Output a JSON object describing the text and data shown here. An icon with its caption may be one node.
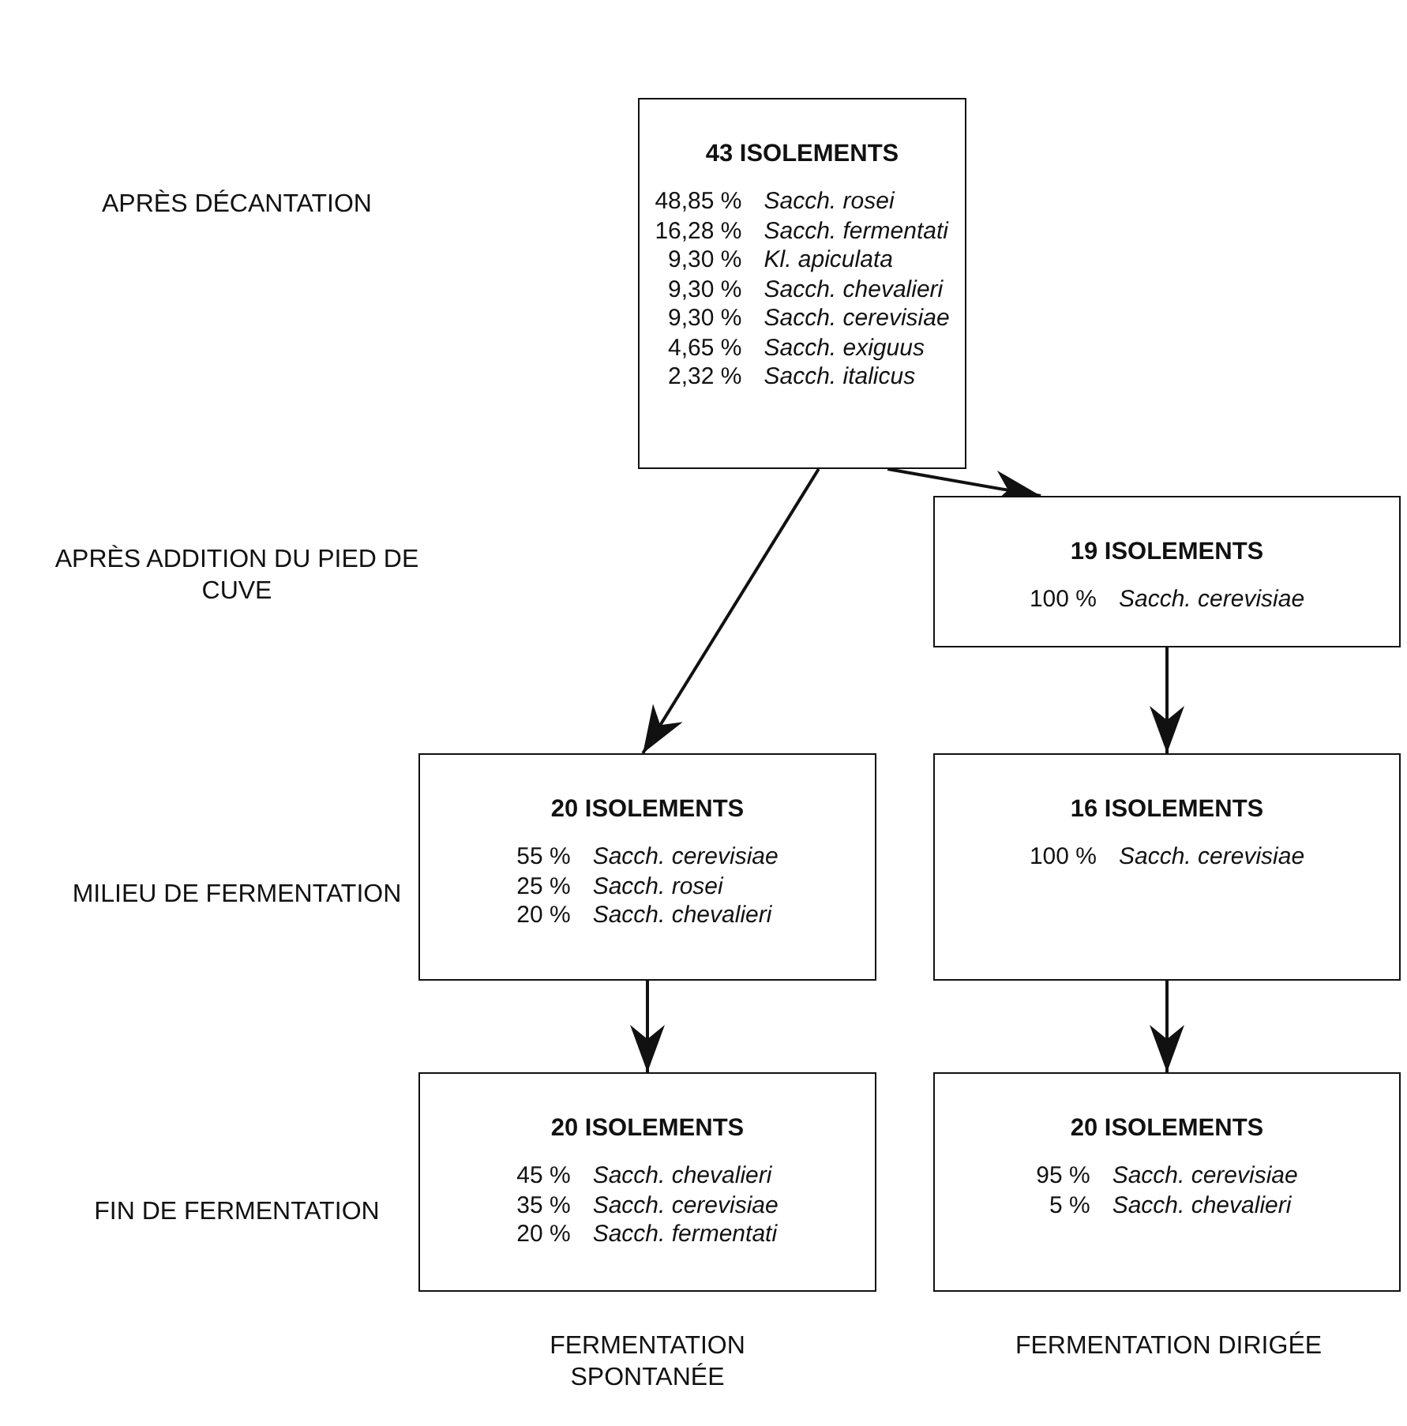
{
  "diagram": {
    "nodes": [
      {
        "text": [
          "43 ISOLEMENTS",
          "48,85 %",
          "Sacch. rosei",
          "16,28 %",
          "Sacch. fermentati",
          "9,30 %",
          "Kl. apiculata",
          "9,30 %",
          "Sacch. chevalieri",
          "9,30 %",
          "Sacch. cerevisiae",
          "4,65 %",
          "Sacch. exiguus",
          "2,32 %",
          "Sacch. italicus"
        ]
      },
      {
        "text": [
          "19 ISOLEMENTS",
          "100 %",
          "Sacch. cerevisiae"
        ]
      },
      {
        "text": [
          "20 ISOLEMENTS",
          "55 %",
          "Sacch. cerevisiae",
          "25 %",
          "Sacch. rosei",
          "20 %",
          "Sacch. chevalieri"
        ]
      },
      {
        "text": [
          "16 ISOLEMENTS",
          "100 %",
          "Sacch. cerevisiae"
        ]
      },
      {
        "text": [
          "20 ISOLEMENTS",
          "45 %",
          "Sacch. chevalieri",
          "35 %",
          "Sacch. cerevisiae",
          "20 %",
          "Sacch. fermentati"
        ]
      },
      {
        "text": [
          "20 ISOLEMENTS",
          "95 %",
          "Sacch. cerevisiae",
          "5 %",
          "Sacch. chevalieri"
        ]
      }
    ],
    "edges": [
      {
        "from": 0,
        "to": 2,
        "arrow": "to"
      },
      {
        "from": 0,
        "to": 1,
        "arrow": "to"
      },
      {
        "from": 1,
        "to": 3,
        "arrow": "to"
      },
      {
        "from": 2,
        "to": 4,
        "arrow": "to"
      },
      {
        "from": 3,
        "to": 5,
        "arrow": "to"
      }
    ],
    "labels": [
      "APRÈS DÉCANTATION",
      "APRÈS ADDITION DU PIED DE CUVE",
      "MILIEU DE FERMENTATION",
      "FIN DE FERMENTATION",
      "FERMENTATION SPONTANÉE",
      "FERMENTATION DIRIGÉE"
    ]
  }
}
